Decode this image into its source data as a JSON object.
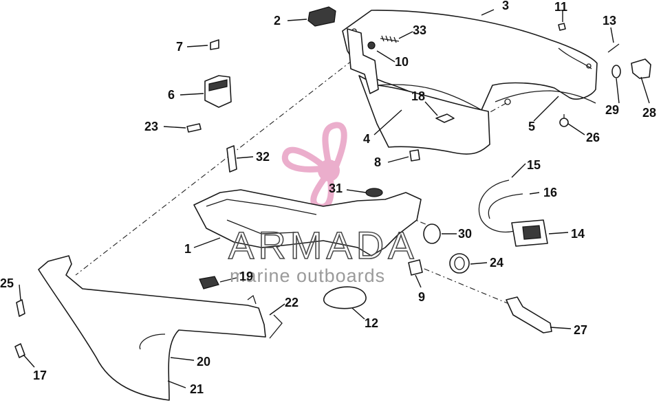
{
  "watermark": {
    "title": "ARMADA",
    "subtitle": "marine outboards",
    "brand_color": "#e8a0c4",
    "logo": "propeller-logo-icon"
  },
  "callouts": [
    "1",
    "2",
    "3",
    "4",
    "5",
    "6",
    "7",
    "8",
    "9",
    "10",
    "11",
    "12",
    "13",
    "14",
    "15",
    "16",
    "17",
    "19",
    "18",
    "20",
    "21",
    "22",
    "23",
    "24",
    "25",
    "26",
    "27",
    "28",
    "29",
    "30",
    "31",
    "32",
    "33"
  ]
}
